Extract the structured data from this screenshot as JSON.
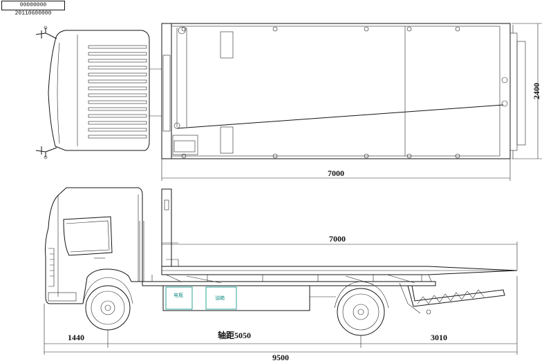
{
  "drawing_code": "00000000 20110600000",
  "dimensions": {
    "top_length": "7000",
    "top_width": "2400",
    "side_bed_length": "7000",
    "front_overhang": "1440",
    "wheelbase": "轴距5050",
    "rear_overhang": "3010",
    "overall_length": "9500"
  },
  "tank_labels": {
    "left": "电瓶",
    "right": "油箱"
  },
  "colors": {
    "line": "#111111",
    "accent_teal": "#2aa39a"
  }
}
